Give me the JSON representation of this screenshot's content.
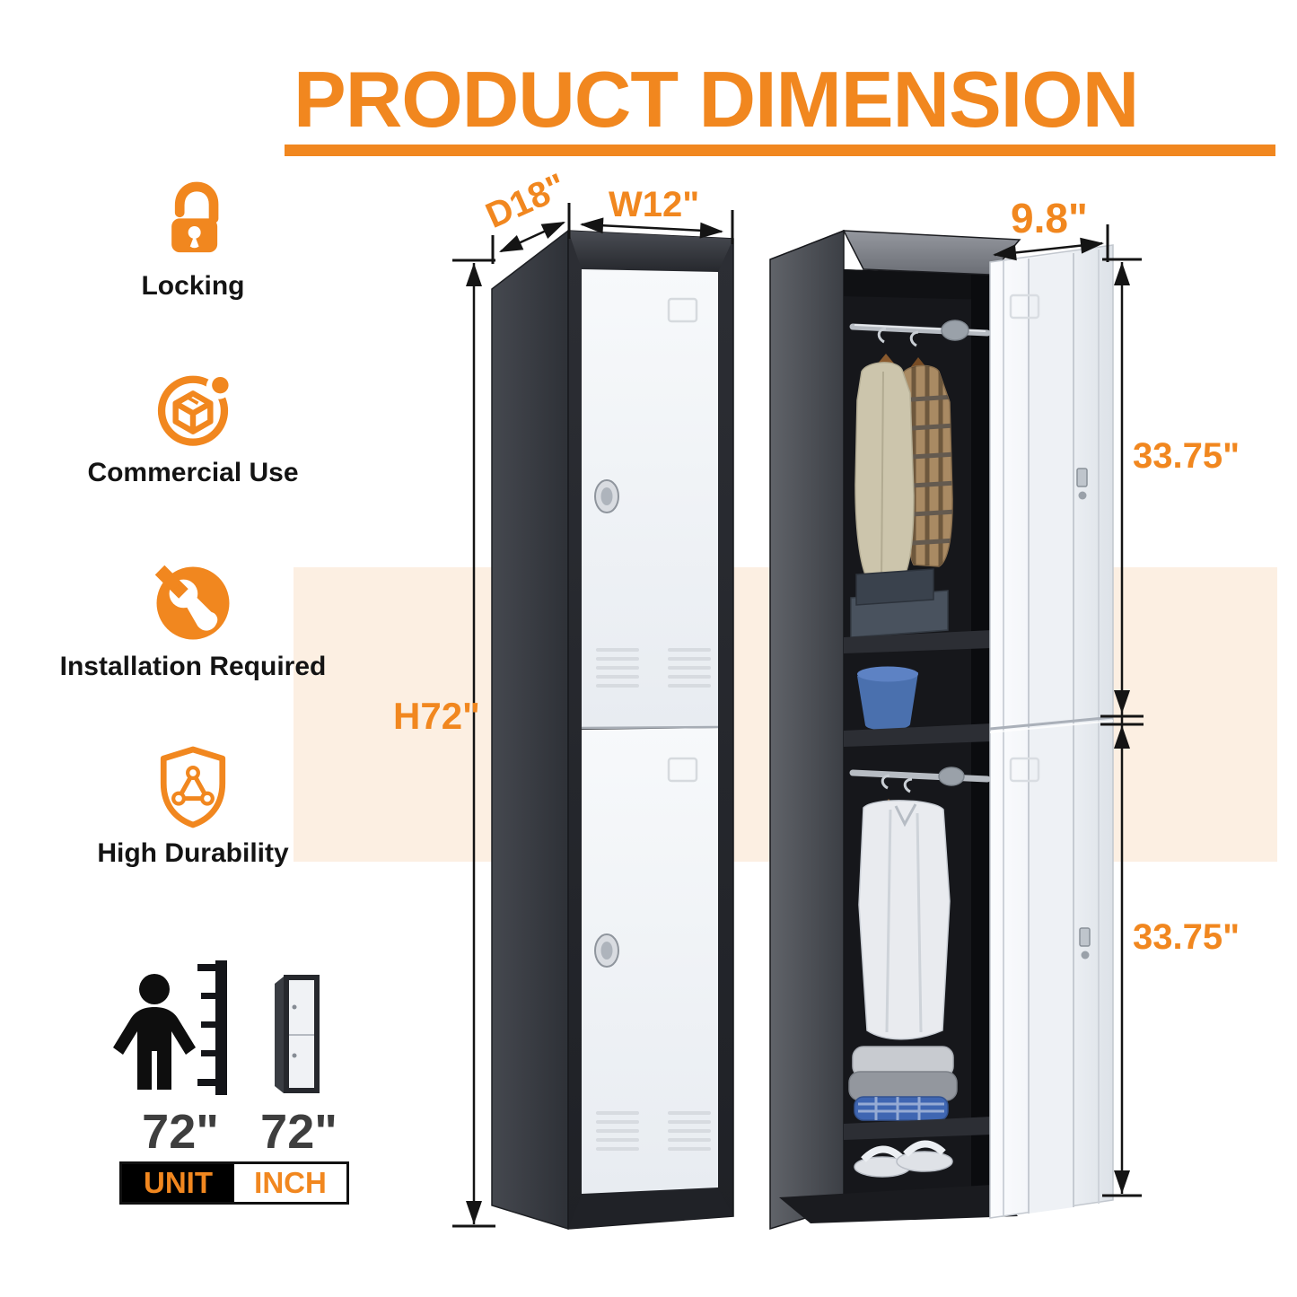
{
  "header": {
    "title": "PRODUCT DIMENSION"
  },
  "accent_color": "#F1871F",
  "band_color": "#FCEFE2",
  "locker_body_color": "#2a2c32",
  "locker_door_color": "#f2f4f8",
  "features": [
    {
      "icon": "lock-icon",
      "label": "Locking"
    },
    {
      "icon": "cube-box-icon",
      "label": "Commercial Use"
    },
    {
      "icon": "wrench-icon",
      "label": "Installation Required"
    },
    {
      "icon": "shield-icon",
      "label": "High Durability"
    }
  ],
  "closed_locker": {
    "depth_label": "D18\"",
    "width_label": "W12\"",
    "height_label": "H72\""
  },
  "open_locker": {
    "door_width_label": "9.8\"",
    "upper_compartment_label": "33.75\"",
    "lower_compartment_label": "33.75\""
  },
  "scale_reference": {
    "person_icon": "person-icon",
    "ruler_icon": "ruler-icon",
    "locker_icon": "locker-icon",
    "person_height_label": "72\"",
    "locker_height_label": "72\"",
    "unit_key": "UNIT",
    "unit_value": "INCH"
  }
}
